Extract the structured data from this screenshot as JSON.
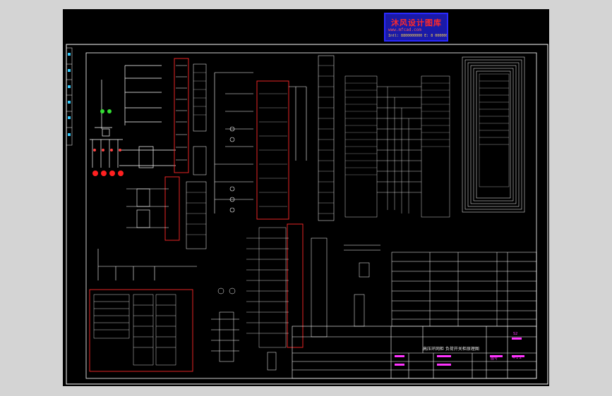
{
  "watermark": {
    "title": "沐风设计图库",
    "line2": "www.mfcad.com",
    "line3": "Intl: 8800000000 E: 8 000000"
  },
  "title_block": {
    "drawing_title": "高压环网柜 负荷开关柜原理图",
    "rev_code": "S2",
    "mark_a": "图号",
    "mark_b": "4-1 2"
  },
  "colors": {
    "background": "#000000",
    "frame": "#ffffff",
    "highlight_box": "#ff2a2a",
    "magenta_text": "#ff33ff",
    "watermark_bg": "#1a1aa8"
  }
}
